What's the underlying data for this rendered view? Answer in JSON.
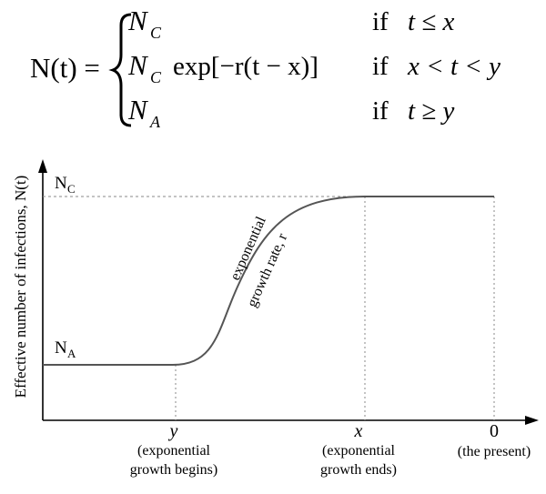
{
  "equation": {
    "lhs": "N(t) =",
    "cases": [
      {
        "N": "N",
        "sub": "C",
        "expr": "",
        "cond_if": "if",
        "cond": "t ≤ x"
      },
      {
        "N": "N",
        "sub": "C",
        "expr": "exp[−r(t − x)]",
        "cond_if": "if",
        "cond": "x < t < y"
      },
      {
        "N": "N",
        "sub": "A",
        "expr": "",
        "cond_if": "if",
        "cond": "t ≥ y"
      }
    ]
  },
  "chart": {
    "ylabel": "Effective number of infections, N(t)",
    "level_high": {
      "N": "N",
      "sub": "C"
    },
    "level_low": {
      "N": "N",
      "sub": "A"
    },
    "curve_label_1": "exponential",
    "curve_label_2": "growth rate, r",
    "ticks": [
      {
        "symbol": "y",
        "line1": "(exponential",
        "line2": "growth begins)"
      },
      {
        "symbol": "x",
        "line1": "(exponential",
        "line2": "growth ends)"
      },
      {
        "symbol": "0",
        "line1": "(the present)",
        "line2": ""
      }
    ]
  },
  "chart_data": {
    "type": "line",
    "title": "",
    "xlabel": "",
    "ylabel": "Effective number of infections, N(t)",
    "categories": [
      "y",
      "x",
      "0"
    ],
    "description_values": {
      "levels": [
        "N_A",
        "N_C"
      ],
      "segments": [
        {
          "from": "left",
          "to": "y",
          "value": "N_A"
        },
        {
          "from": "y",
          "to": "x",
          "value": "exponential growth, rate r"
        },
        {
          "from": "x",
          "to": "0",
          "value": "N_C"
        }
      ]
    }
  },
  "colors": {
    "ink": "#000000",
    "curve": "#555555",
    "guide": "#888888"
  }
}
